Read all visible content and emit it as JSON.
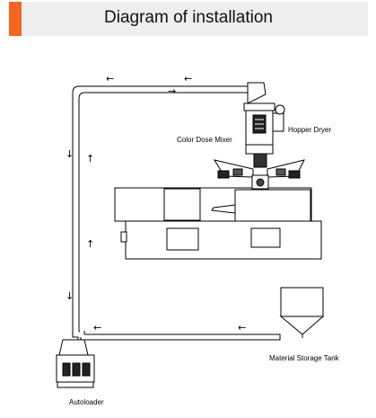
{
  "header": {
    "title": "Diagram of installation",
    "accent_color": "#f26522",
    "bar_color": "#eeeeee"
  },
  "labels": {
    "hopper_dryer": "Hopper Dryer",
    "color_dose_mixer": "Color Dose Mixer",
    "material_storage_tank": "Material Storage Tank",
    "autoloader": "Autoloader"
  },
  "arrows": {
    "left": "←",
    "right": "→",
    "up": "↑",
    "down": "↓"
  }
}
